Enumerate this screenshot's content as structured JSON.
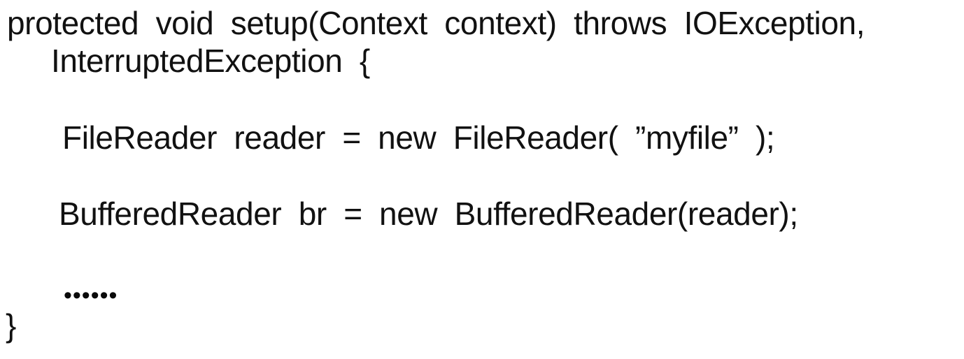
{
  "page": {
    "background_color": "#ffffff",
    "text_color": "#111111",
    "kind": "code-snippet-slide"
  },
  "code": {
    "lines": [
      {
        "text": "protected void setup(Context context) throws IOException,",
        "style": "left:10px; top:8px;"
      },
      {
        "text": "InterruptedException {",
        "style": "left:73px; top:62px;"
      },
      {
        "text": "FileReader reader = new FileReader( ”myfile” );",
        "style": "left:89px; top:172px;"
      },
      {
        "text": "BufferedReader br = new BufferedReader(reader);",
        "style": "left:84px; top:281px;"
      },
      {
        "text": "••••••",
        "style": "left:91px; top:405px;"
      },
      {
        "text": "}",
        "style": "left:8px; top:441px;"
      }
    ]
  }
}
